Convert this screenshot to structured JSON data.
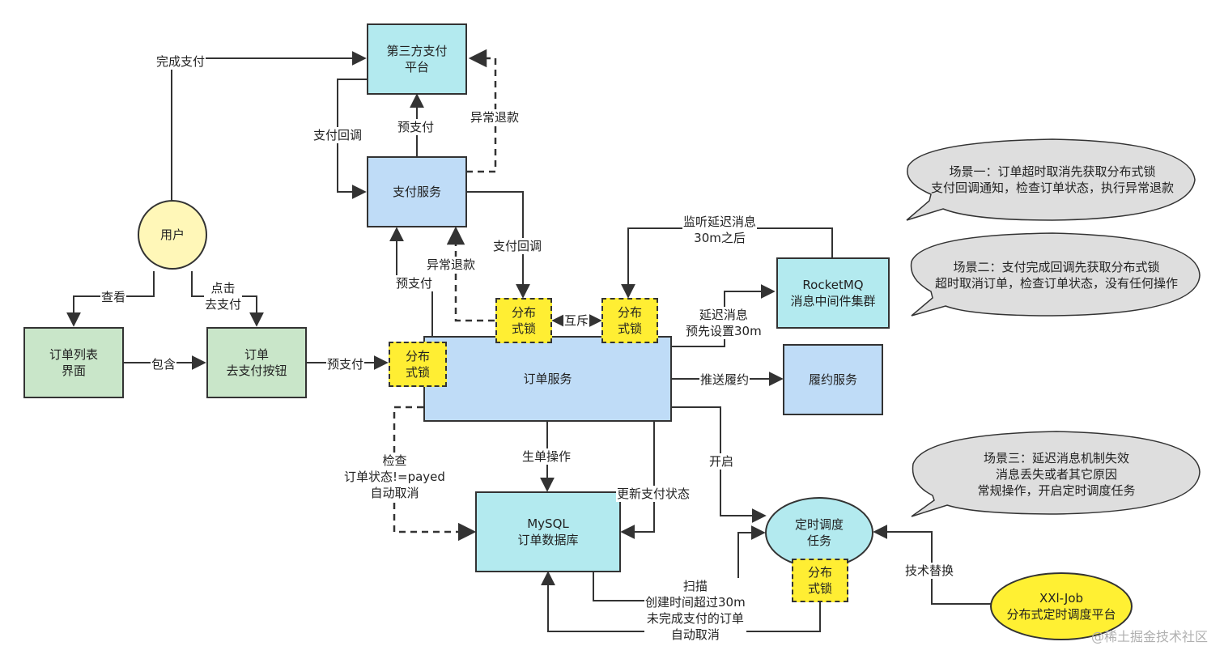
{
  "nodes": {
    "third_party": [
      "第三方支付",
      "平台"
    ],
    "pay_service": [
      "支付服务"
    ],
    "user": [
      "用户"
    ],
    "order_list": [
      "订单列表",
      "界面"
    ],
    "pay_button": [
      "订单",
      "去支付按钮"
    ],
    "order_service": [
      "订单服务"
    ],
    "rocketmq": [
      "RocketMQ",
      "消息中间件集群"
    ],
    "fulfill": [
      "履约服务"
    ],
    "mysql": [
      "MySQL",
      "订单数据库"
    ],
    "scheduler": [
      "定时调度",
      "任务"
    ],
    "xxljob": [
      "XXl-Job",
      "分布式定时调度平台"
    ],
    "lock": [
      "分布",
      "式锁"
    ]
  },
  "labels": {
    "finish_pay": "完成支付",
    "pay_callback_left": "支付回调",
    "prepay_top": "预支付",
    "refund_top": "异常退款",
    "pay_callback_right": "支付回调",
    "refund_mid": "异常退款",
    "prepay_mid": "预支付",
    "view": "查看",
    "click_pay": [
      "点击",
      "去支付"
    ],
    "contains": "包含",
    "prepay_order": "预支付",
    "mutex": "互斥",
    "listen_delay": [
      "监听延迟消息",
      "30m之后"
    ],
    "delay_msg": [
      "延迟消息",
      "预先设置30m"
    ],
    "push_fulfill": "推送履约",
    "create_order": "生单操作",
    "update_status": "更新支付状态",
    "check_status": [
      "检查",
      "订单状态!=payed",
      "自动取消"
    ],
    "start": "开启",
    "scan": [
      "扫描",
      "创建时间超过30m",
      "未完成支付的订单",
      "自动取消"
    ],
    "tech_replace": "技术替换"
  },
  "bubbles": {
    "scene1": [
      "场景一：订单超时取消先获取分布式锁",
      "支付回调通知，检查订单状态，执行异常退款"
    ],
    "scene2": [
      "场景二：支付完成回调先获取分布式锁",
      "超时取消订单，检查订单状态，没有任何操作"
    ],
    "scene3": [
      "场景三：延迟消息机制失效",
      "消息丢失或者其它原因",
      "常规操作，开启定时调度任务"
    ]
  },
  "watermark": "@稀土掘金技术社区",
  "colors": {
    "teal": "#b3eaef",
    "blue": "#bfdcf7",
    "green": "#c9e6c9",
    "lock_yellow": "#ffee33",
    "user_yellow": "#fff7b8",
    "bubble_gray": "#dedede",
    "line": "#333333"
  }
}
